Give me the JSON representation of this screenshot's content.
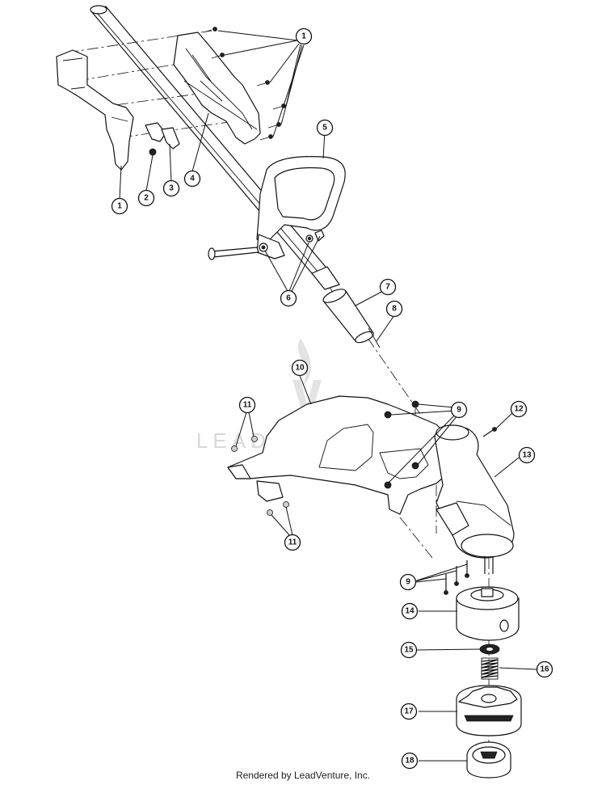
{
  "diagram": {
    "watermark": "LEADVENTURE",
    "footer": "Rendered by LeadVenture, Inc.",
    "callouts": [
      "1",
      "1",
      "2",
      "3",
      "4",
      "5",
      "6",
      "7",
      "8",
      "9",
      "9",
      "10",
      "11",
      "11",
      "12",
      "13",
      "14",
      "15",
      "16",
      "17",
      "18"
    ]
  }
}
